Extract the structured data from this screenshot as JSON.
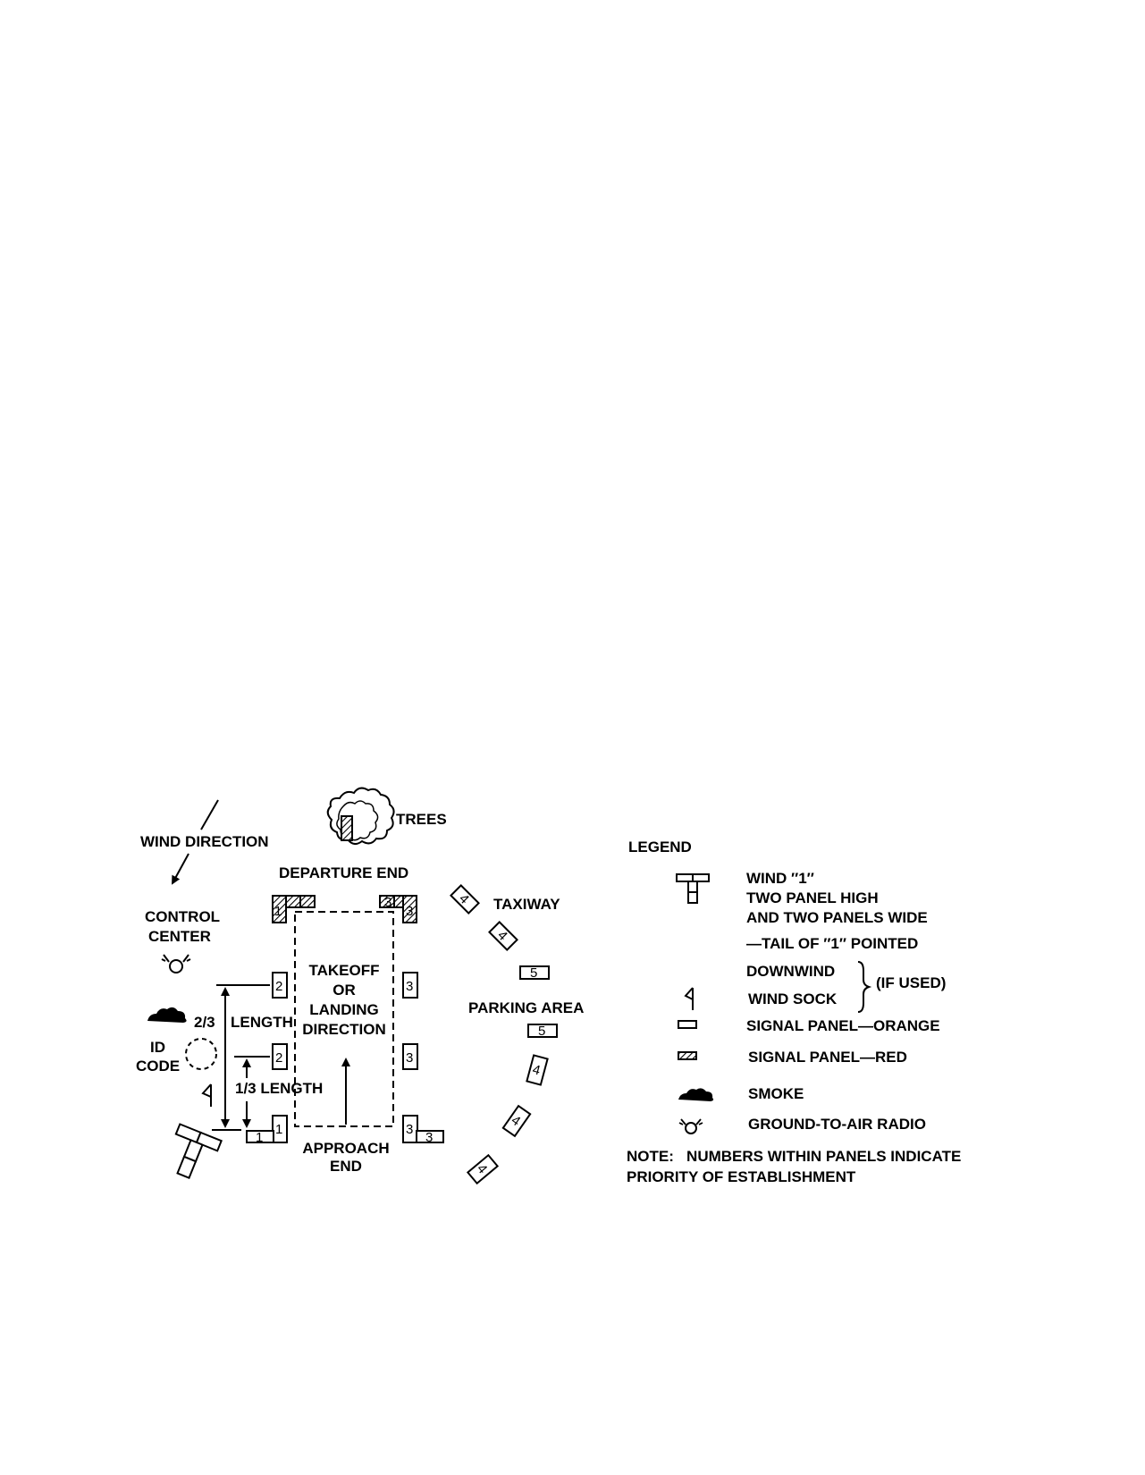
{
  "diagram": {
    "wind_direction": "WIND DIRECTION",
    "trees": "TREES",
    "departure_end": "DEPARTURE END",
    "control_center": [
      "CONTROL",
      "CENTER"
    ],
    "taxiway": "TAXIWAY",
    "runway_text": [
      "TAKEOFF",
      "OR",
      "LANDING",
      "DIRECTION"
    ],
    "approach_end": [
      "APPROACH",
      "END"
    ],
    "parking_area": "PARKING AREA",
    "two_thirds": "2/3",
    "length": "LENGTH",
    "one_third_length": "1/3 LENGTH",
    "id_code": [
      "ID",
      "CODE"
    ],
    "panel_numbers": {
      "p1": "1",
      "p2": "2",
      "p3": "3",
      "p4": "4",
      "p5": "5"
    }
  },
  "legend": {
    "title": "LEGEND",
    "wind_one": [
      "WIND ′′1′′",
      "TWO PANEL HIGH",
      "AND TWO PANELS WIDE",
      "—TAIL OF ′′1′′ POINTED",
      "DOWNWIND"
    ],
    "wind_sock": "WIND SOCK",
    "if_used": "(IF USED)",
    "signal_orange": "SIGNAL PANEL—ORANGE",
    "signal_red": "SIGNAL PANEL—RED",
    "smoke": "SMOKE",
    "radio": "GROUND-TO-AIR RADIO",
    "note": [
      "NOTE:   NUMBERS WITHIN PANELS INDICATE",
      "PRIORITY OF ESTABLISHMENT"
    ]
  }
}
